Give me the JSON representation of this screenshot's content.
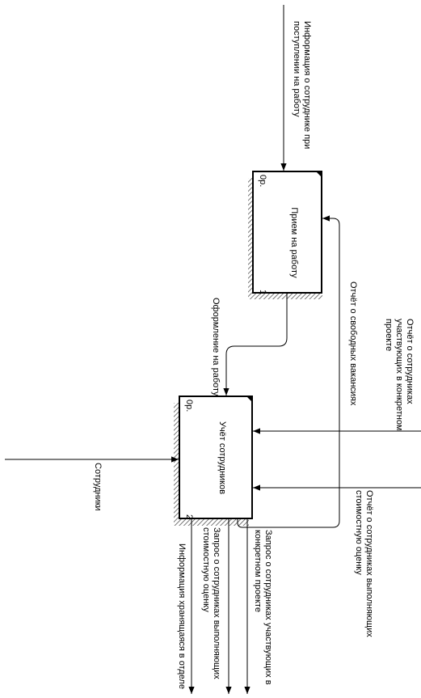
{
  "diagram": {
    "boxes": [
      {
        "title": "Прием на работу",
        "corner": "0р.",
        "number": "1"
      },
      {
        "title": "Учёт сотрудников",
        "corner": "0р.",
        "number": "2"
      }
    ],
    "arrows": {
      "info_new_employee": [
        "Информация о сотруднике при",
        "поступлении на работу"
      ],
      "registration": "Оформление на работу",
      "vacancy_report": "Отчёт о свободных вакансиях",
      "project_report": [
        "Отчёт о сотрудниках",
        "участвующих в конкретном",
        "проекте"
      ],
      "cost_report": [
        "Отчёт о сотрудниках выполняющих",
        "стоимостную оценку"
      ],
      "employees": "Сотрудники",
      "stored_info": "Информация хранящаяся в отделе",
      "cost_request": [
        "Запрос о сотрудниках выполняющих",
        "стоимостную оценку"
      ],
      "project_request": [
        "Запрос о сотрудниках участвующих в",
        "конкретном проекте"
      ]
    }
  }
}
